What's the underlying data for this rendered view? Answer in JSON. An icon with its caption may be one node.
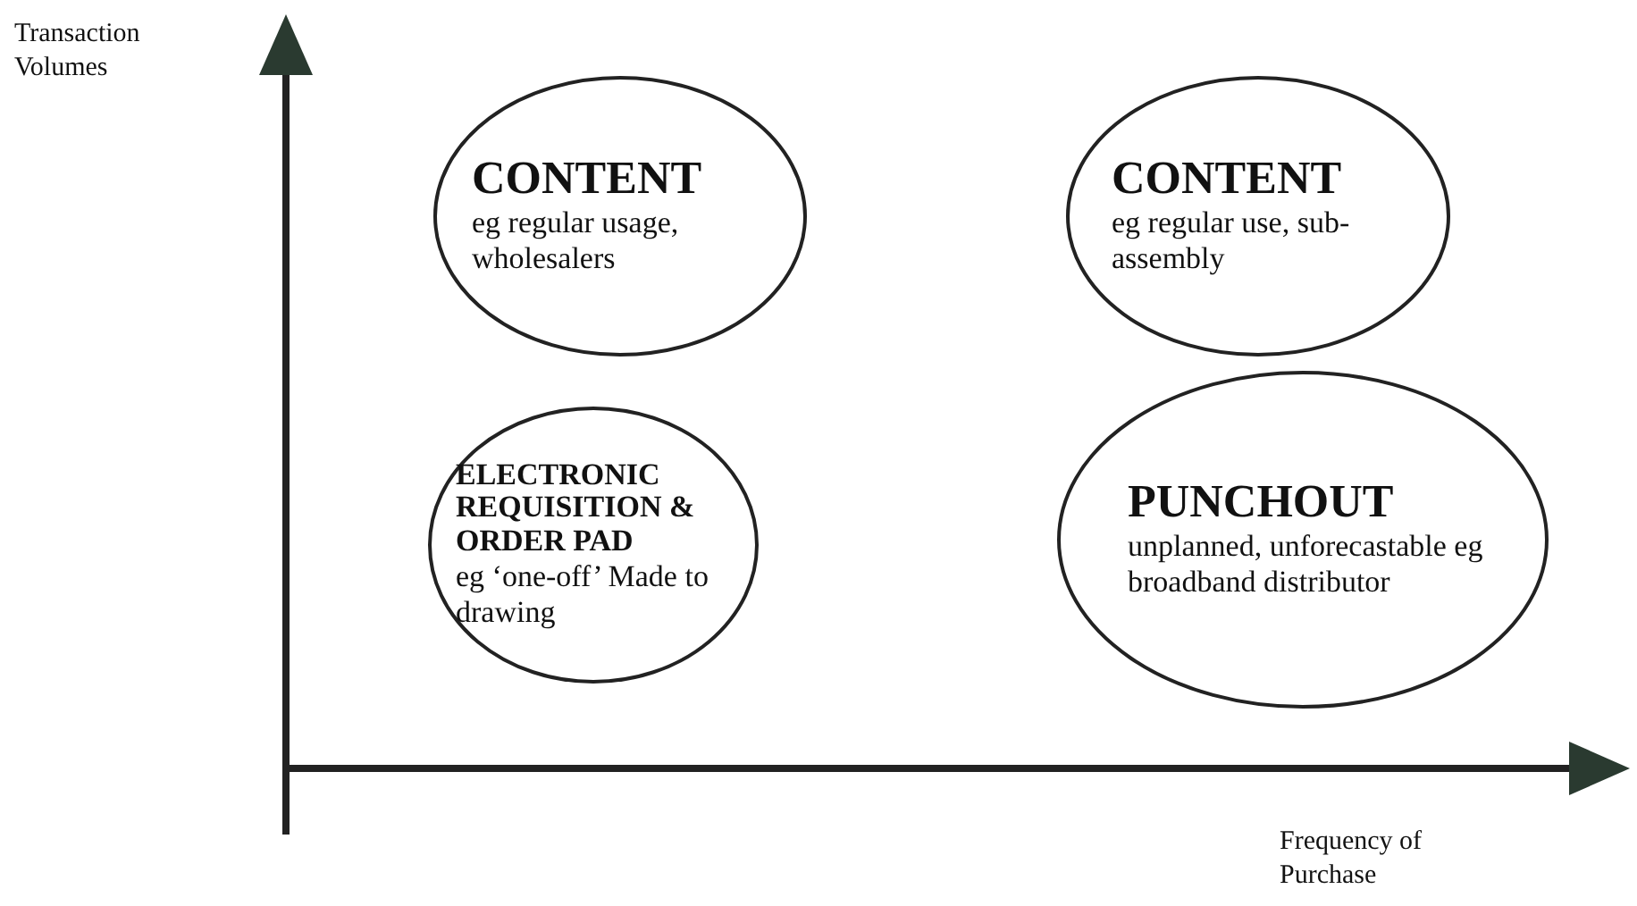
{
  "diagram": {
    "nodes": [
      {
        "text": [
          "CONTENT",
          "eg regular usage, wholesalers"
        ]
      },
      {
        "text": [
          "CONTENT",
          "eg regular use, sub-assembly"
        ]
      },
      {
        "text": [
          "ELECTRONIC REQUISITION & ORDER PAD",
          "eg ‘one-off’ Made to drawing"
        ]
      },
      {
        "text": [
          "PUNCHOUT",
          "unplanned, unforecastable eg broadband distributor"
        ]
      }
    ],
    "labels": [
      "Transaction Volumes",
      "Frequency of Purchase"
    ]
  }
}
